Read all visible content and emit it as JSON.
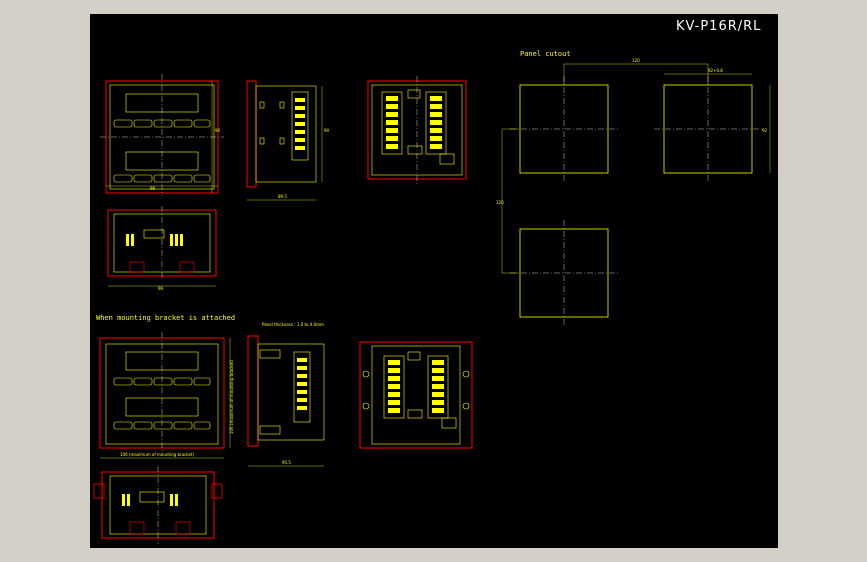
{
  "drawing": {
    "title": "KV-P16R/RL",
    "panel_cutout_label": "Panel cutout",
    "mounting_bracket_label": "When mounting bracket is attached",
    "panel_thickness_note": "Panel thickness : 1.0 to 4.0mm",
    "dims": {
      "front_width": "96",
      "front_height": "96",
      "side_depth": "89.5",
      "side_height": "90",
      "bottom_width": "96",
      "cutout_pitch_h": "120",
      "cutout_pitch_v": "120",
      "cutout_w": "92+0.8",
      "cutout_h": "92",
      "bracket_width": "106 (maximum of mounting bracket)",
      "bracket_height": "106 (maximum of mounting bracket)",
      "bracket_depth": "95.5"
    }
  },
  "colors": {
    "background": "#000000",
    "outline": "#ff0000",
    "detail": "#ffff00",
    "centerline": "#ffffff",
    "window_bg": "#d4d0c8"
  }
}
